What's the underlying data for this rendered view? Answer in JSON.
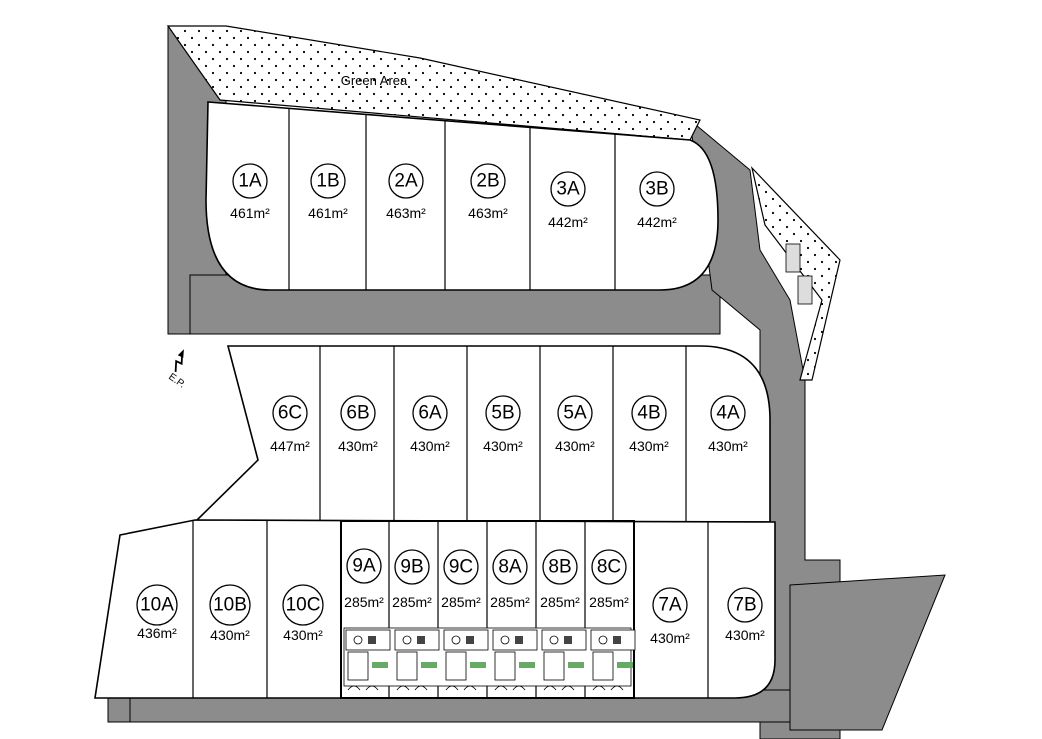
{
  "green_area_label": "Green Area",
  "north_label": "E.P.",
  "lots": [
    {
      "id": "1A",
      "area": "461m²"
    },
    {
      "id": "1B",
      "area": "461m²"
    },
    {
      "id": "2A",
      "area": "463m²"
    },
    {
      "id": "2B",
      "area": "463m²"
    },
    {
      "id": "3A",
      "area": "442m²"
    },
    {
      "id": "3B",
      "area": "442m²"
    },
    {
      "id": "6C",
      "area": "447m²"
    },
    {
      "id": "6B",
      "area": "430m²"
    },
    {
      "id": "6A",
      "area": "430m²"
    },
    {
      "id": "5B",
      "area": "430m²"
    },
    {
      "id": "5A",
      "area": "430m²"
    },
    {
      "id": "4B",
      "area": "430m²"
    },
    {
      "id": "4A",
      "area": "430m²"
    },
    {
      "id": "10A",
      "area": "436m²"
    },
    {
      "id": "10B",
      "area": "430m²"
    },
    {
      "id": "10C",
      "area": "430m²"
    },
    {
      "id": "9A",
      "area": "285m²"
    },
    {
      "id": "9B",
      "area": "285m²"
    },
    {
      "id": "9C",
      "area": "285m²"
    },
    {
      "id": "8A",
      "area": "285m²"
    },
    {
      "id": "8B",
      "area": "285m²"
    },
    {
      "id": "8C",
      "area": "285m²"
    },
    {
      "id": "7A",
      "area": "430m²"
    },
    {
      "id": "7B",
      "area": "430m²"
    }
  ]
}
